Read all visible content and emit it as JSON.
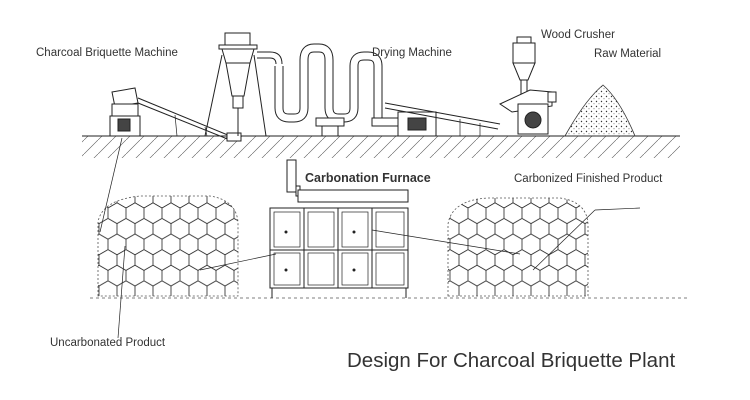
{
  "labels": {
    "briquette_machine": "Charcoal Briquette Machine",
    "drying_machine": "Drying Machine",
    "wood_crusher": "Wood Crusher",
    "raw_material": "Raw Material",
    "carbonation_furnace": "Carbonation Furnace",
    "carbonized_product": "Carbonized Finished Product",
    "uncarbonated_product": "Uncarbonated Product",
    "plant_title": "Design For Charcoal Briquette Plant"
  }
}
